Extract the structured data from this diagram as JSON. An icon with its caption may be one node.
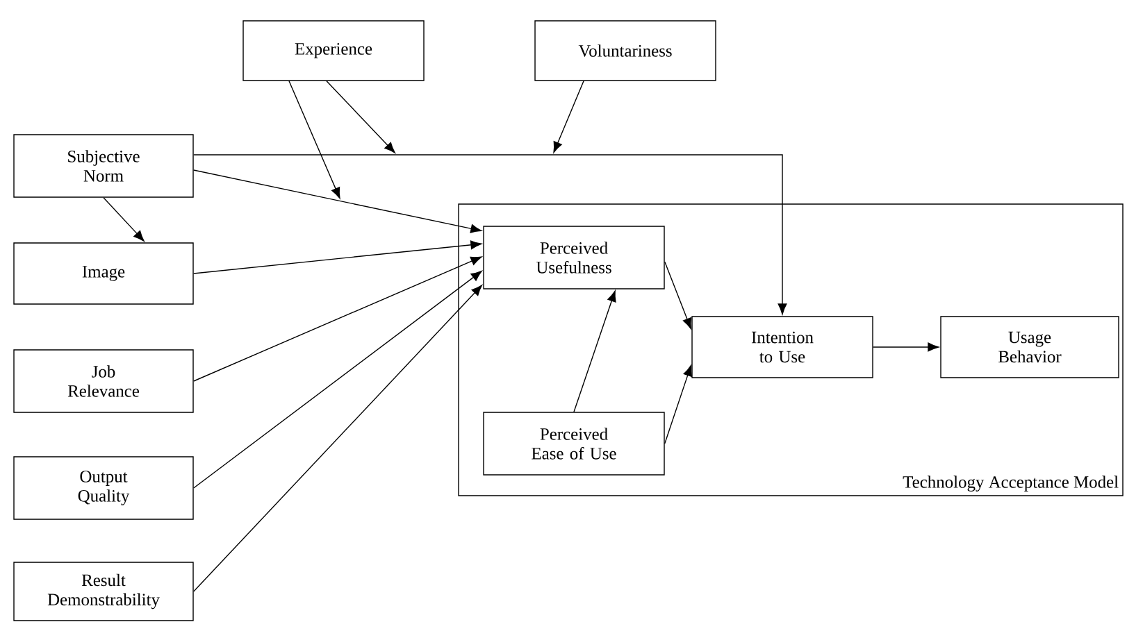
{
  "diagram": {
    "nodes": [
      {
        "text": [
          "Experience"
        ]
      },
      {
        "text": [
          "Voluntariness"
        ]
      },
      {
        "text": [
          "Subjective Norm"
        ]
      },
      {
        "text": [
          "Image"
        ]
      },
      {
        "text": [
          "Job Relevance"
        ]
      },
      {
        "text": [
          "Output Quality"
        ]
      },
      {
        "text": [
          "Result Demonstrability"
        ]
      },
      {
        "text": [
          "Technology Acceptance Model"
        ]
      },
      {
        "text": [
          "Perceived Usefulness"
        ],
        "in": 7
      },
      {
        "text": [
          "Intention to Use"
        ],
        "in": 7
      },
      {
        "text": [
          "Usage Behavior"
        ],
        "in": 7
      },
      {
        "text": [
          "Perceived Ease of Use"
        ],
        "in": 7
      }
    ],
    "edges": [
      {
        "from": 2,
        "to": 8,
        "arrow": "to"
      },
      {
        "from": 2,
        "to": 3,
        "arrow": "to"
      },
      {
        "from": 3,
        "to": 8,
        "arrow": "to"
      },
      {
        "from": 4,
        "to": 8,
        "arrow": "to"
      },
      {
        "from": 5,
        "to": 8,
        "arrow": "to"
      },
      {
        "from": 6,
        "to": 8,
        "arrow": "to"
      },
      {
        "from": 11,
        "to": 8,
        "arrow": "to"
      },
      {
        "from": 8,
        "to": 9,
        "arrow": "to"
      },
      {
        "from": 11,
        "to": 9,
        "arrow": "to"
      },
      {
        "from": 9,
        "to": 10,
        "arrow": "to"
      },
      {
        "from": 2,
        "to": 9,
        "arrow": "to"
      },
      {
        "from": 0,
        "to": null,
        "arrow": "to"
      },
      {
        "from": 0,
        "to": null,
        "arrow": "to"
      },
      {
        "from": 1,
        "to": null,
        "arrow": "to"
      }
    ]
  }
}
